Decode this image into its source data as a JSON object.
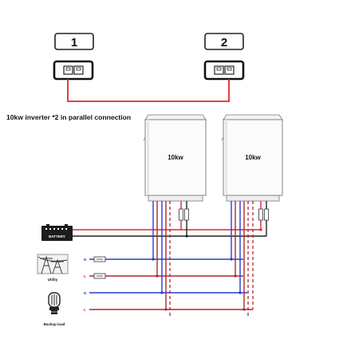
{
  "units": [
    {
      "number": "1"
    },
    {
      "number": "2"
    }
  ],
  "caption": "10kw inverter *2 in parallel connection",
  "inverters": [
    {
      "label": "10kw"
    },
    {
      "label": "10kw"
    }
  ],
  "battery": {
    "label": "BATTERY"
  },
  "utility": {
    "label": "Utility",
    "n_label": "N",
    "l_label": "L"
  },
  "load": {
    "label": "Backup load",
    "n_label": "N",
    "l_label": "L"
  },
  "colors": {
    "parallel_cable": "#e0262d",
    "battery_positive": "#e0262d",
    "battery_negative": "#222222",
    "neutral": "#2a3bd1",
    "line": "#b0262d",
    "ground": "#b0262d"
  }
}
